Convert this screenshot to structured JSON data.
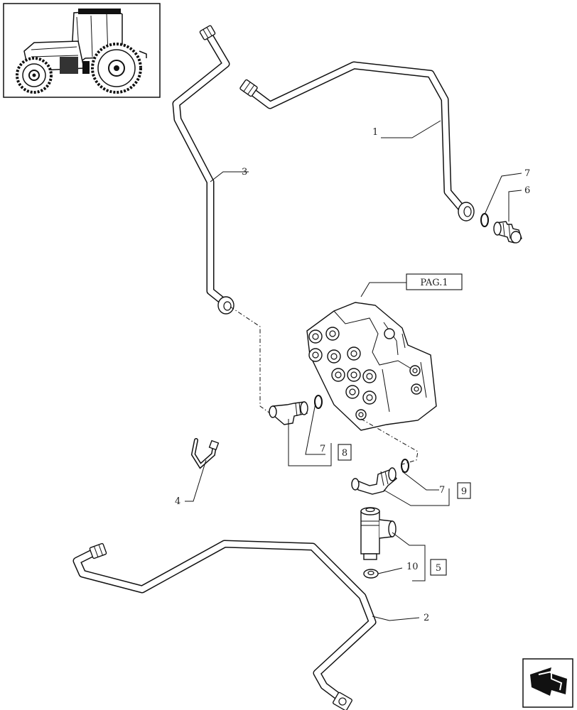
{
  "labels": {
    "part_1": "1",
    "part_2": "2",
    "part_3": "3",
    "part_4": "4",
    "part_7_top": "7",
    "part_6": "6",
    "part_7_mid": "7",
    "part_8": "8",
    "part_7_low": "7",
    "part_9": "9",
    "part_10": "10",
    "part_5": "5",
    "pag_ref": "PAG.1"
  }
}
